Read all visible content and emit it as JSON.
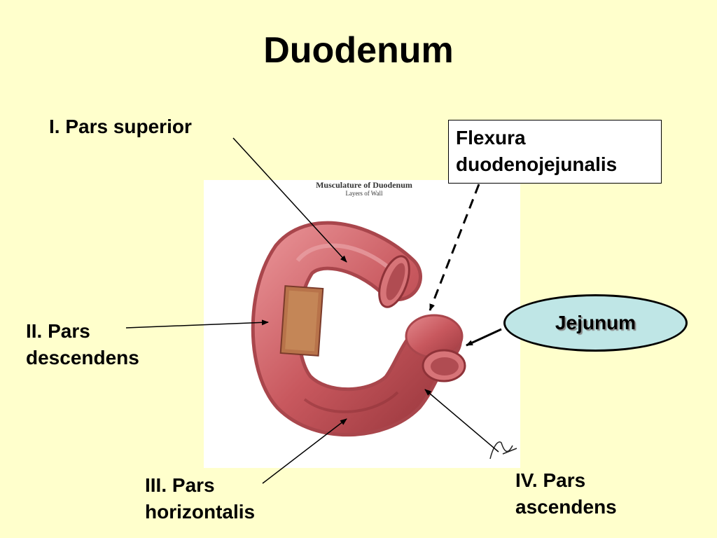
{
  "title": "Duodenum",
  "figure": {
    "title_line1": "Musculature of Duodenum",
    "title_line2": "Layers of Wall"
  },
  "labels": {
    "pars_superior": "I. Pars superior",
    "pars_descendens_line1": "II. Pars",
    "pars_descendens_line2": "descendens",
    "pars_horizontalis_line1": "III. Pars",
    "pars_horizontalis_line2": "horizontalis",
    "pars_ascendens_line1": "IV. Pars",
    "pars_ascendens_line2": "ascendens",
    "flexura_line1": "Flexura",
    "flexura_line2": "duodenojejunalis",
    "jejunum": "Jejunum"
  },
  "colors": {
    "background": "#FFFFCC",
    "jejunum_fill": "#BFE6E6",
    "tissue": "#C8585E"
  }
}
